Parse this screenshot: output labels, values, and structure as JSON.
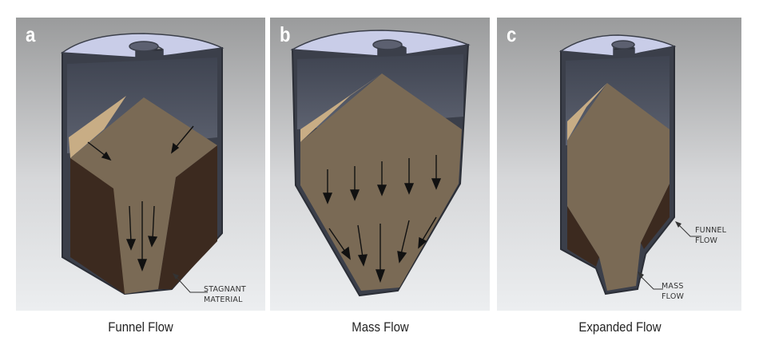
{
  "figure": {
    "panels": [
      {
        "letter": "a",
        "caption": "Funnel Flow",
        "callouts": [
          {
            "line1": "STAGNANT",
            "line2": "MATERIAL"
          }
        ]
      },
      {
        "letter": "b",
        "caption": "Mass Flow",
        "callouts": []
      },
      {
        "letter": "c",
        "caption": "Expanded Flow",
        "callouts": [
          {
            "line1": "FUNNEL",
            "line2": "FLOW"
          },
          {
            "line1": "MASS",
            "line2": "FLOW"
          }
        ]
      }
    ],
    "colors": {
      "panel_bg_top": "#9a9b9c",
      "panel_bg_bottom": "#eceef0",
      "silo_interior": "#4d525f",
      "silo_lid": "#c9cde8",
      "silo_wall": "#3b3f4a",
      "flowing_material": "#7a6a55",
      "stagnant_material": "#3c2a1f",
      "material_highlight": "#c8ad85",
      "arrow": "#111111"
    }
  }
}
